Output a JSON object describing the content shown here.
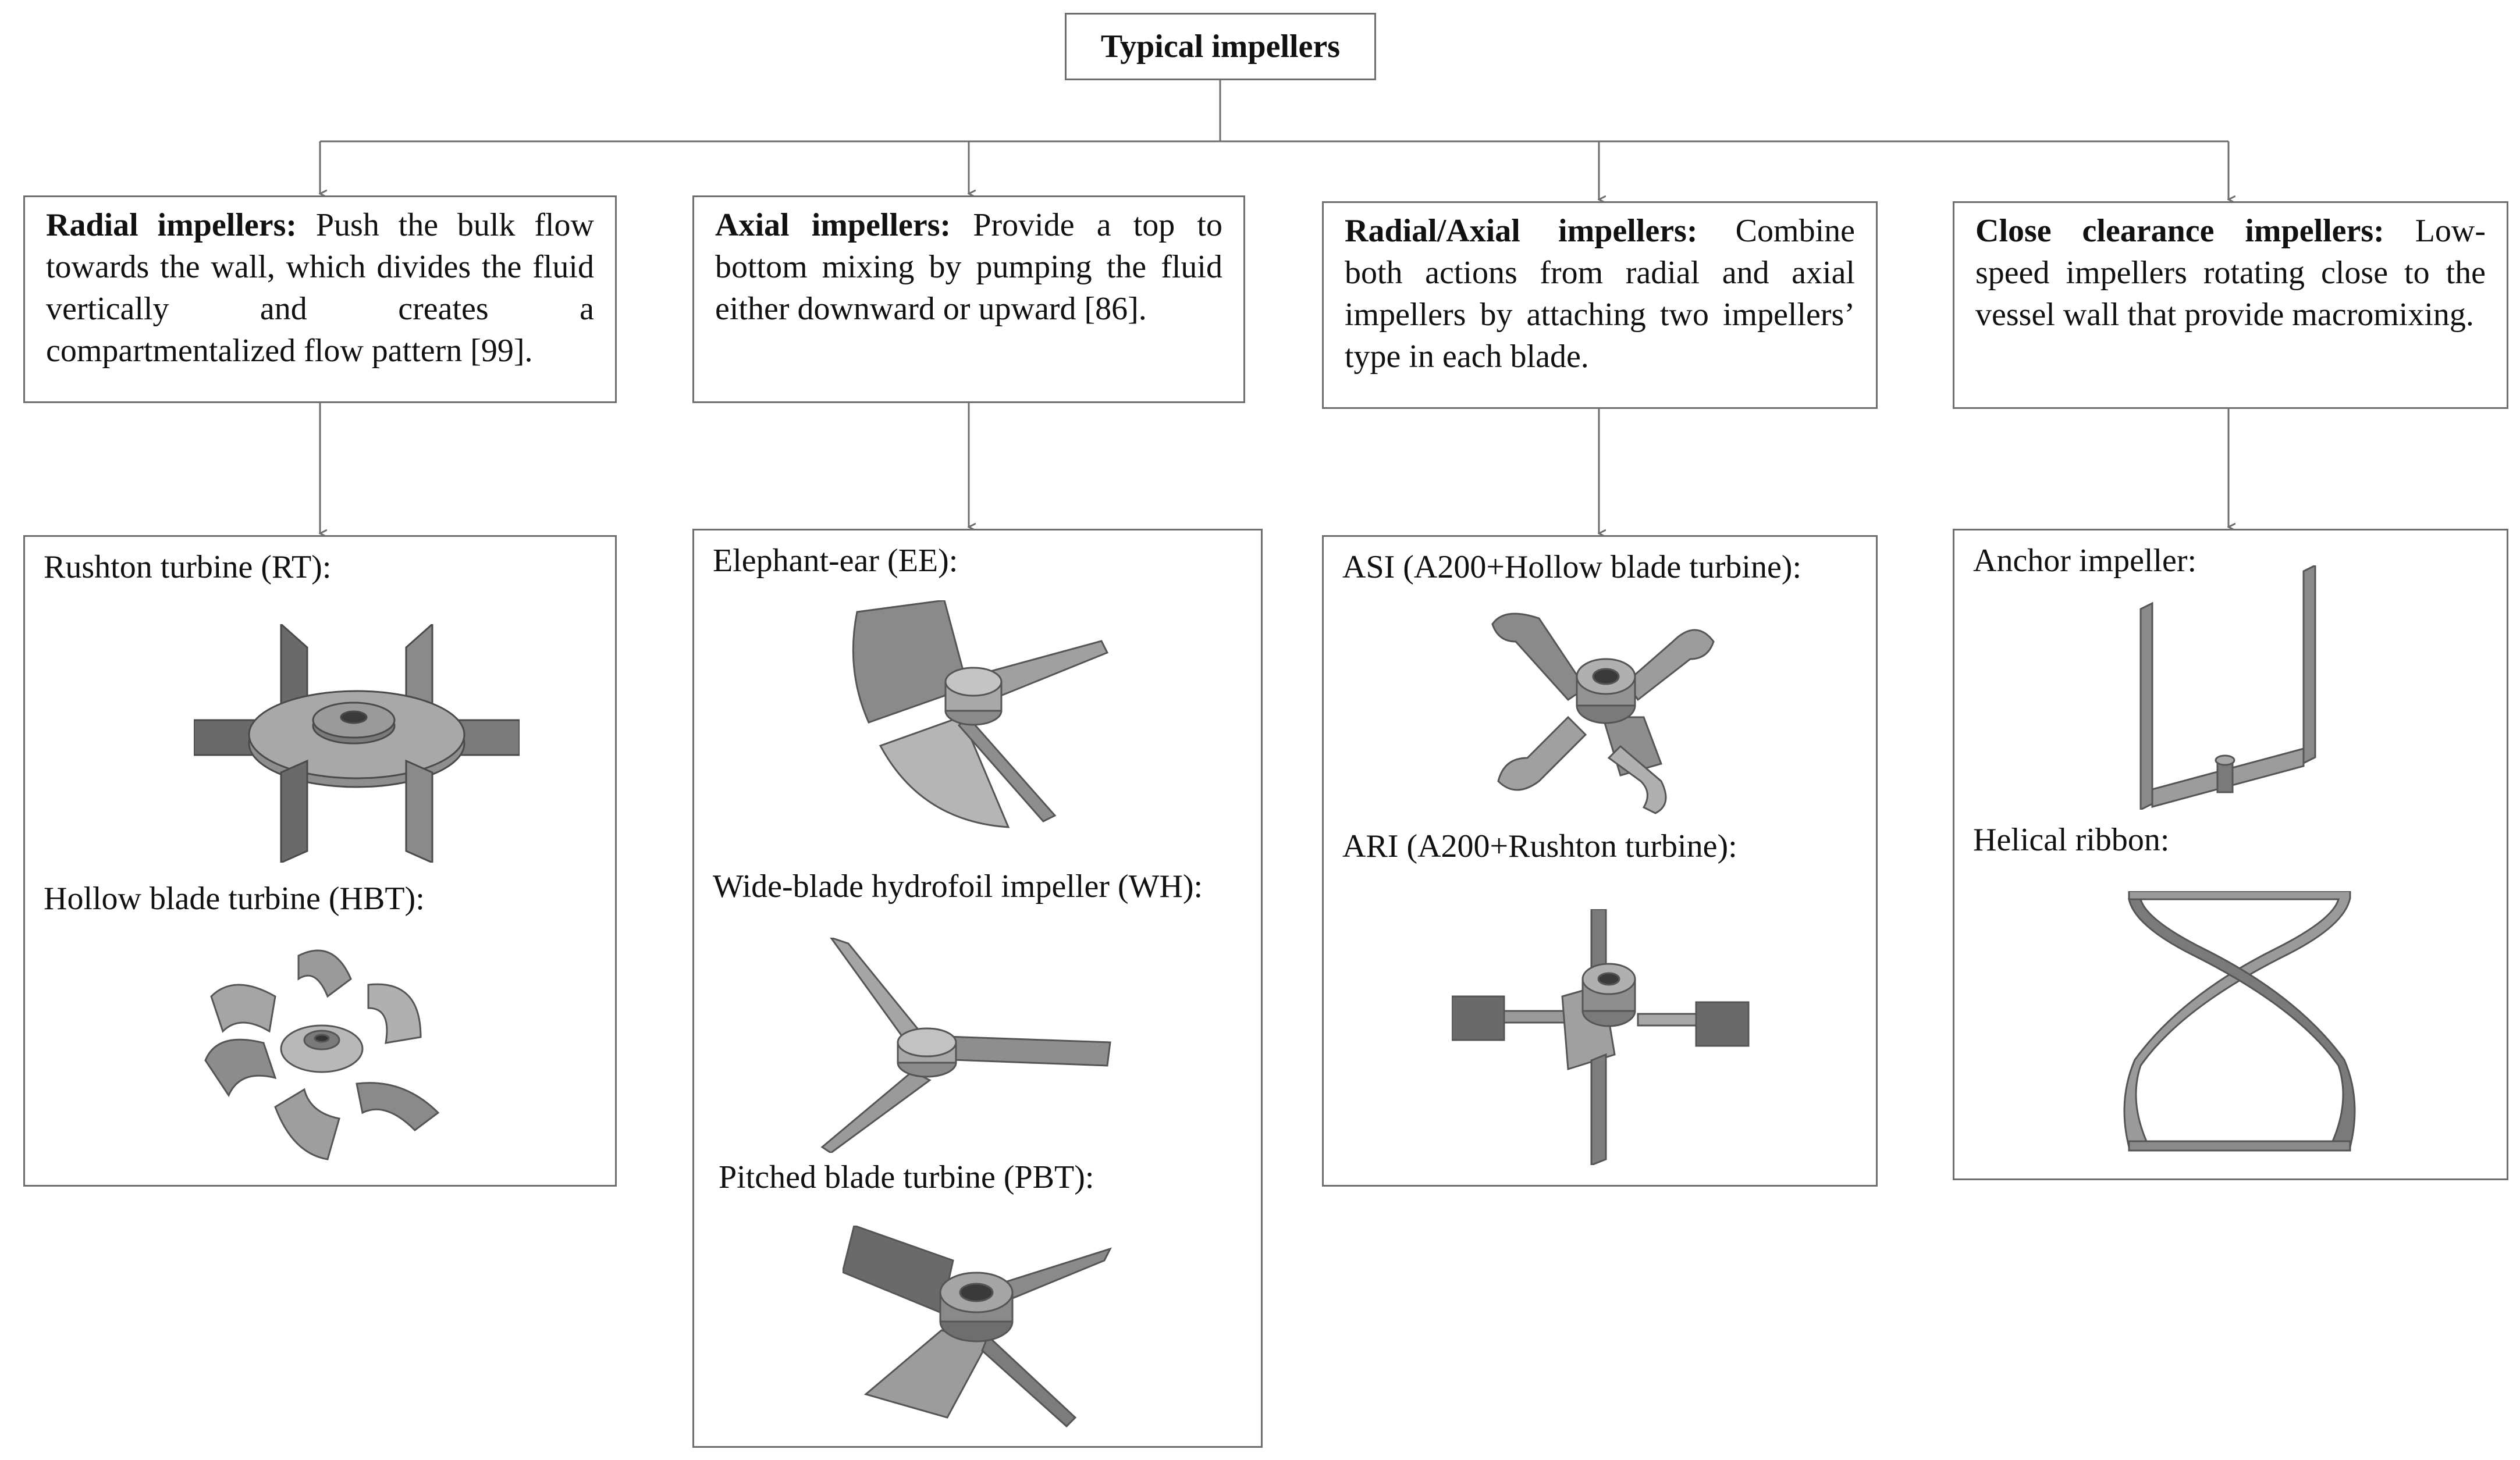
{
  "root": {
    "title": "Typical impellers"
  },
  "categories": [
    {
      "heading": "Radial impellers:",
      "text": " Push the bulk flow towards the wall, which divides the fluid vertically and creates a compartmentalized flow pattern [99].",
      "examples": [
        "Rushton turbine (RT):",
        "Hollow blade turbine (HBT):"
      ]
    },
    {
      "heading": "Axial impellers:",
      "text": " Provide a top to bottom mixing by pumping the fluid either downward or upward [86].",
      "examples": [
        "Elephant-ear (EE):",
        "Wide-blade hydrofoil impeller (WH):",
        "Pitched blade turbine (PBT):"
      ]
    },
    {
      "heading": "Radial/Axial impellers:",
      "text": " Combine both actions from radial and axial impellers by attaching two impellers’ type in each blade.",
      "examples": [
        "ASI (A200+Hollow blade turbine):",
        "ARI (A200+Rushton turbine):"
      ]
    },
    {
      "heading": "Close clearance impellers:",
      "text": " Low-speed impellers rotating close to the vessel wall that provide macromixing.",
      "examples": [
        "Anchor impeller:",
        "Helical ribbon:"
      ]
    }
  ],
  "colors": {
    "line": "#6e6e6e",
    "metal_light": "#b5b5b5",
    "metal_mid": "#8a8a8a",
    "metal_dark": "#5c5c5c"
  }
}
